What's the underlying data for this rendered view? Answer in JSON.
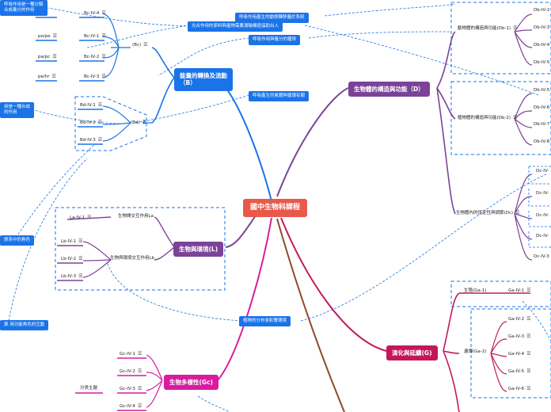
{
  "root": {
    "title": "國中生物科課程"
  },
  "branches": {
    "energy": {
      "title": "能量的轉換及流動（B）"
    },
    "structure": {
      "title": "生物體的構造與功能（D）"
    },
    "environment": {
      "title": "生物與環境(L)"
    },
    "diversity": {
      "title": "生物多樣性(Gc)"
    },
    "evolution": {
      "title": "演化與延續(G)"
    }
  },
  "subs": {
    "bc": "(Bc)",
    "bd": "(Bd)",
    "db1": "動物體的構造與功能(Db-1)",
    "db2": "植物體的構造與功能(Db-2)",
    "dc": "生物體內的恆定性與調節(Dc)",
    "la": "生物間交互作用La",
    "lb": "生物與環境交互作用Lb",
    "gc_class": "分类主題",
    "ga1": "生殖(Ga-1)",
    "ga2": "遺傳(Ga-2)"
  },
  "leaves": {
    "bc": [
      "Bc-IV-4",
      "Bc-IV-1",
      "Bc-IV-2",
      "Bc-IV-3"
    ],
    "bc_left": [
      "po/pe",
      "pa/pc",
      "pe/hr"
    ],
    "bd": [
      "Bd-IV-1",
      "Bd-IV-2",
      "Bd-IV-3"
    ],
    "db_right": [
      "Db-IV-2",
      "Db-IV-3",
      "Db-IV-4",
      "Db-IV-5",
      "Db-IV-5",
      "Db-IV-6",
      "Db-IV-7",
      "Db-IV-8"
    ],
    "dc": [
      "Dc-IV-",
      "Dc-IV-",
      "Dc-IV-",
      "Dc-IV-",
      "Dc-IV-3"
    ],
    "la": [
      "La-IV-1"
    ],
    "lb": [
      "Lb-IV-1",
      "Lb-IV-2",
      "Lb-IV-3"
    ],
    "gc": [
      "Gc-IV-1",
      "Gc-IV-2",
      "Gc-IV-3",
      "Gc-IV-4"
    ],
    "ga1": [
      "Ga-IV-1"
    ],
    "ga2": [
      "Ga-IV-2",
      "Ga-IV-3",
      "Ga-IV-4",
      "Ga-IV-5",
      "Ga-IV-6"
    ]
  },
  "notes": {
    "n1": "呼吸作用是一種分解\n合成養分的作用",
    "n2": "呼吸作用產生的動態轉移量於系統",
    "n3": "光合作用的原料與產物需要運輸構造協助出入",
    "n4": "呼吸作用與養分的獲得",
    "n5": "呼吸產生的氣體與循環有關",
    "n6": "用是一種合成\n的作用",
    "n7": "態系中的角色",
    "n8": "植物的分布會影響環境",
    "n9": "算 用功能角色的互動"
  },
  "colors": {
    "root": "#e8594a",
    "energy": "#1a73e8",
    "structure": "#7b4397",
    "environment": "#7b4397",
    "diversity": "#d81ba0",
    "evolution": "#c2185b",
    "note": "#1a73e8"
  }
}
